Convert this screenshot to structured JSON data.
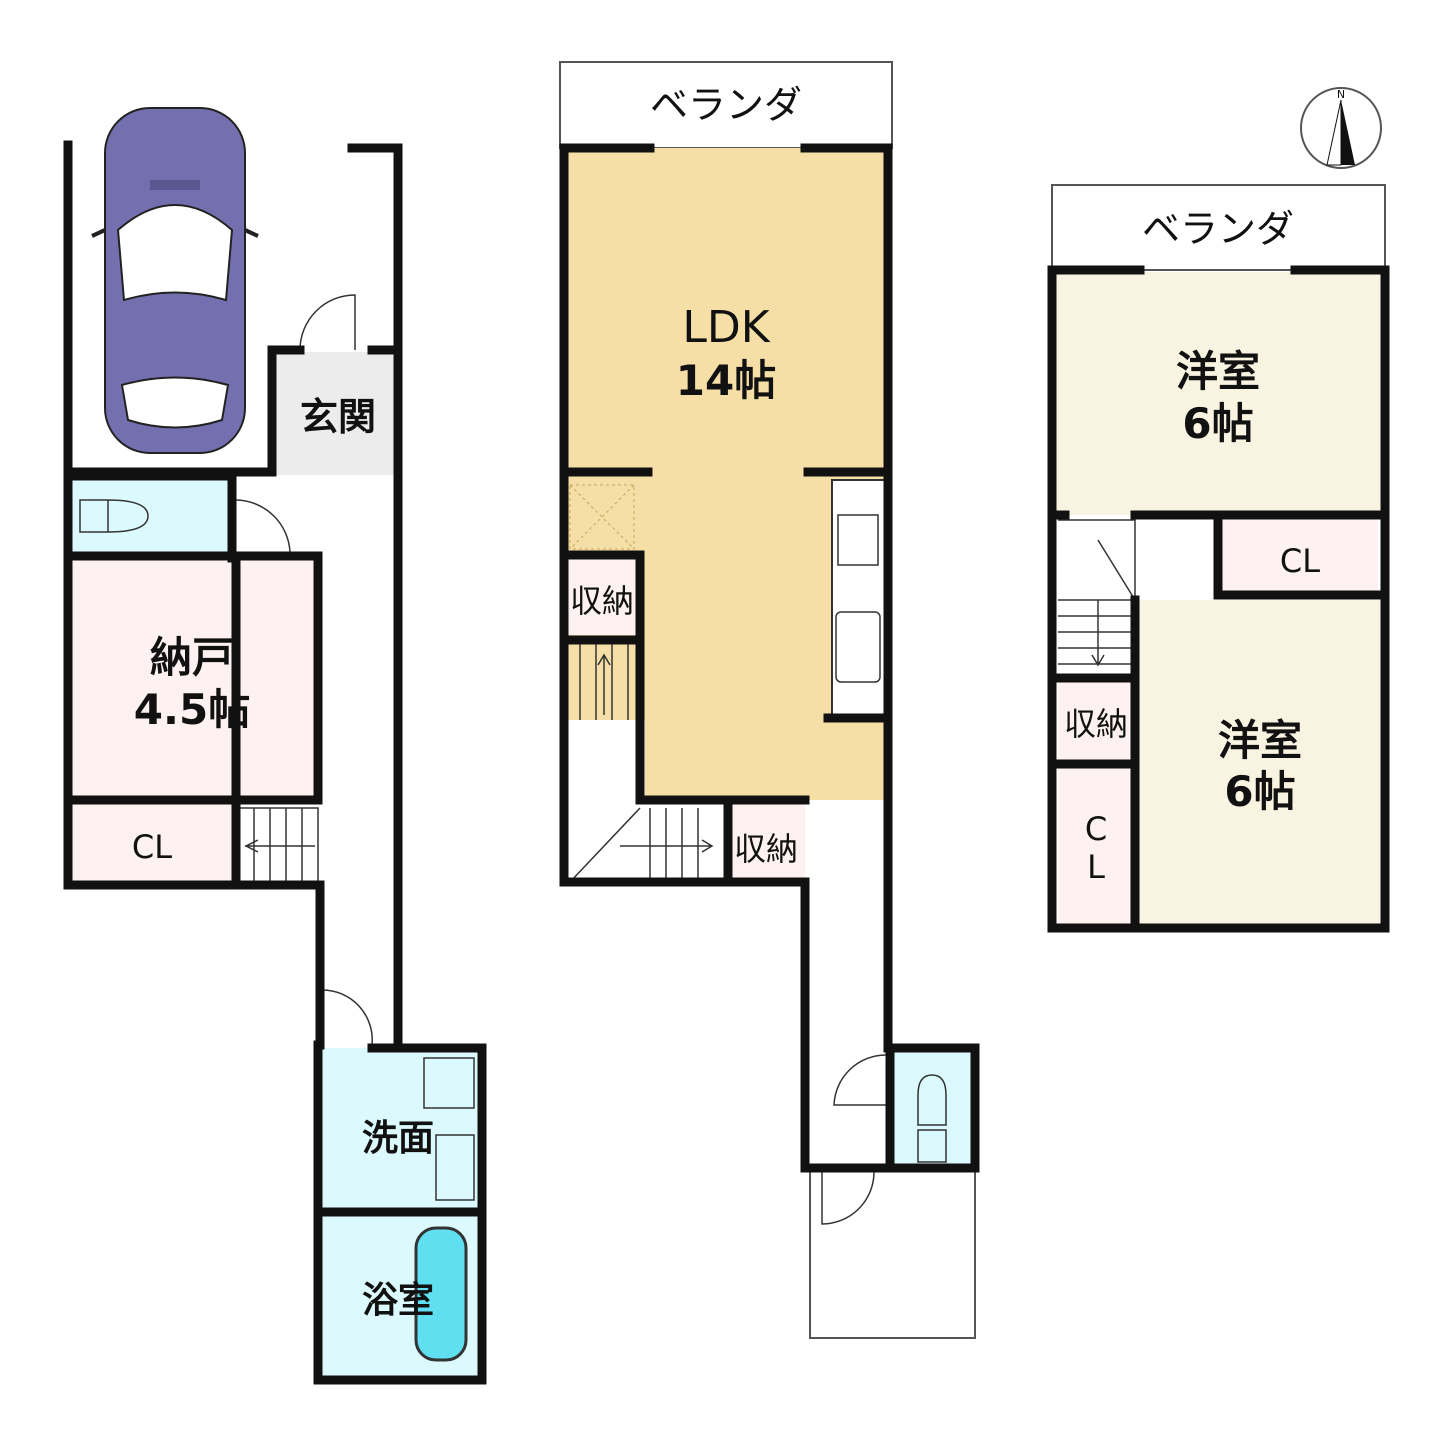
{
  "floor1": {
    "entrance": "玄関",
    "storeroom": "納戸",
    "storeroom_size": "4.5帖",
    "closet": "CL",
    "washroom": "洗面",
    "bathroom": "浴室"
  },
  "floor2": {
    "veranda": "ベランダ",
    "ldk": "LDK",
    "ldk_size": "14帖",
    "storage1": "収納",
    "storage2": "収納"
  },
  "floor3": {
    "veranda": "ベランダ",
    "room1": "洋室",
    "room1_size": "6帖",
    "closet1": "CL",
    "storage": "収納",
    "room2": "洋室",
    "room2_size": "6帖",
    "closet2_line1": "C",
    "closet2_line2": "L"
  },
  "compass": {
    "label": "N"
  },
  "colors": {
    "car": "#7470b0",
    "ldk": "#f5dfa6",
    "western_room": "#f9f3e1",
    "closet": "#fdf1f1",
    "wet_area": "#dcfafd",
    "entrance": "#ececec"
  }
}
